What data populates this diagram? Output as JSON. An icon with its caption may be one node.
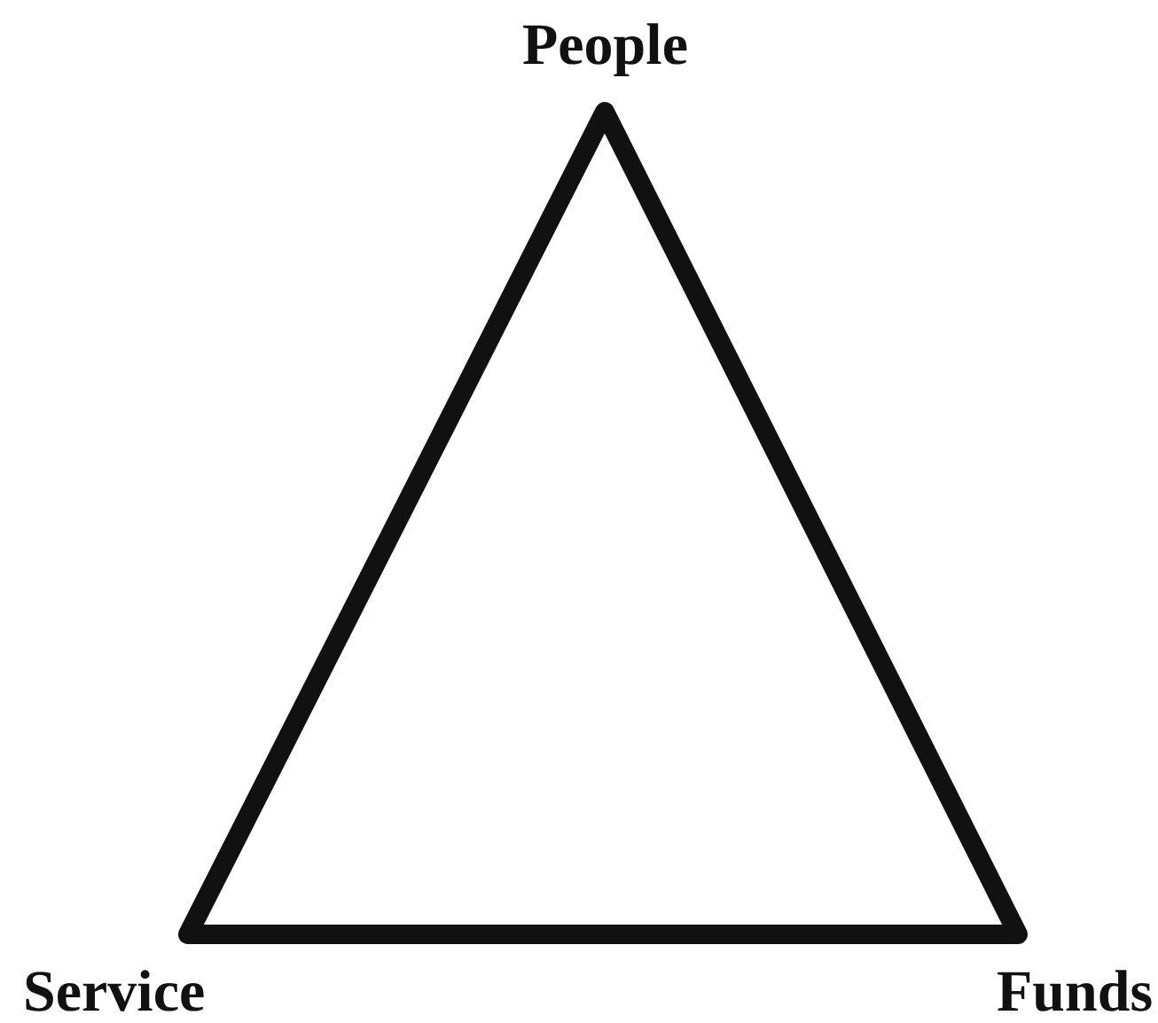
{
  "diagram": {
    "labels": [
      "People",
      "Service",
      "Funds"
    ]
  }
}
